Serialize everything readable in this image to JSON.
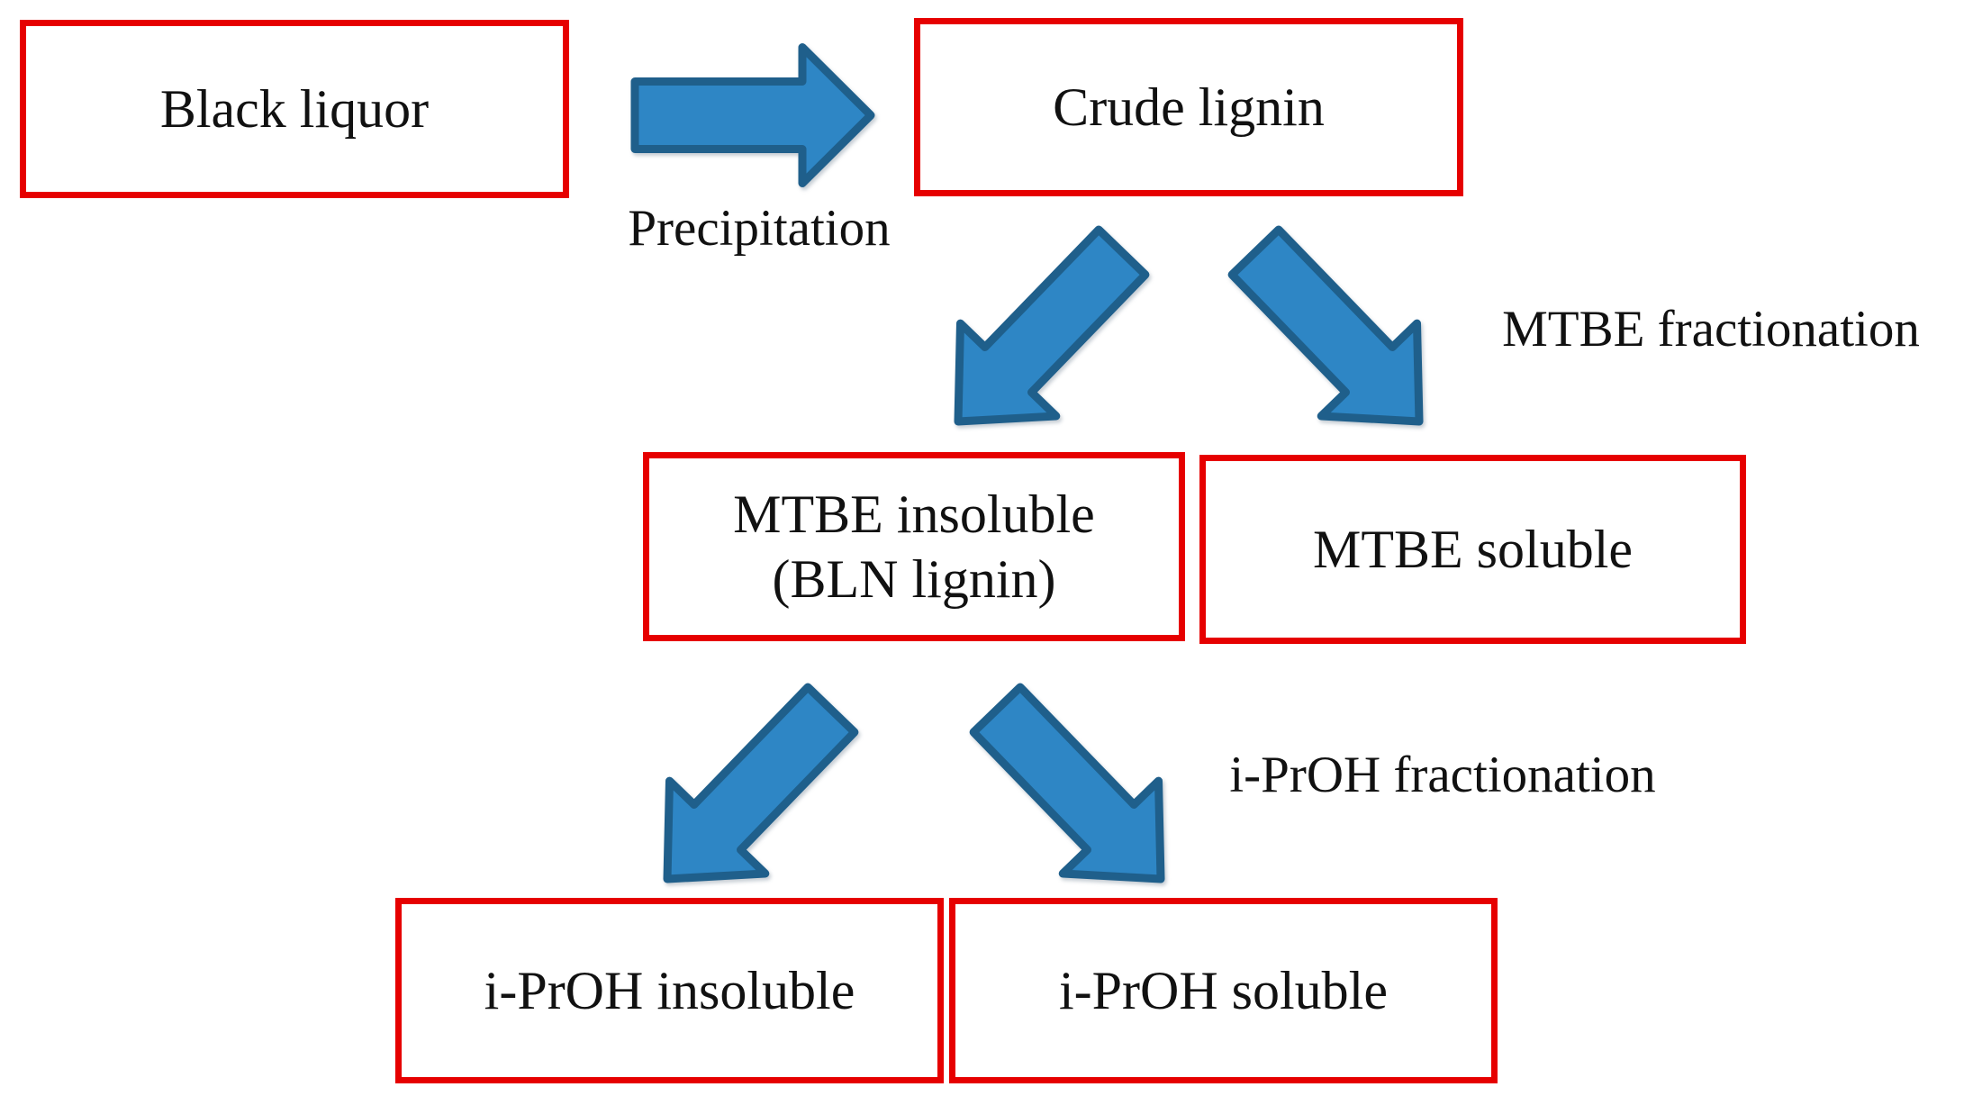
{
  "diagram": {
    "colors": {
      "background": "#ffffff",
      "box_border": "#e60000",
      "box_fill": "#ffffff",
      "arrow_fill": "#2e86c5",
      "arrow_stroke": "#1f5f8b",
      "text": "#111111"
    },
    "nodes": [
      {
        "id": "black-liquor",
        "label": "Black liquor"
      },
      {
        "id": "crude-lignin",
        "label": "Crude lignin"
      },
      {
        "id": "mtbe-insoluble",
        "label": "MTBE insoluble",
        "sublabel": "(BLN lignin)"
      },
      {
        "id": "mtbe-soluble",
        "label": "MTBE soluble"
      },
      {
        "id": "iproh-insoluble",
        "label": "i-PrOH insoluble"
      },
      {
        "id": "iproh-soluble",
        "label": "i-PrOH soluble"
      }
    ],
    "edge_labels": [
      {
        "id": "precipitation",
        "label": "Precipitation"
      },
      {
        "id": "mtbe-fractionation",
        "label": "MTBE fractionation"
      },
      {
        "id": "iproh-fractionation",
        "label": "i-PrOH fractionation"
      }
    ]
  }
}
